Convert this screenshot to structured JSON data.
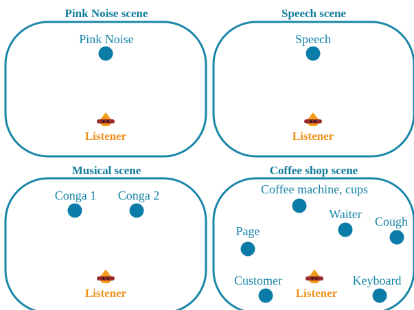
{
  "colors": {
    "frame": "#1a86a8",
    "source": "#0b7ca8",
    "title": "#0f7a9c",
    "listener_text": "#f0901a",
    "listener_body": "#f39a19",
    "listener_headphones": "#9a2a2a"
  },
  "icons": {
    "source": "circle-dot",
    "listener": "robot-head-with-headphones"
  },
  "scenes": [
    {
      "title": "Pink Noise scene",
      "sources": [
        "Pink Noise"
      ],
      "listener": "Listener"
    },
    {
      "title": "Speech scene",
      "sources": [
        "Speech"
      ],
      "listener": "Listener"
    },
    {
      "title": "Musical scene",
      "sources": [
        "Conga 1",
        "Conga 2"
      ],
      "listener": "Listener"
    },
    {
      "title": "Coffee shop scene",
      "sources": [
        "Coffee machine, cups",
        "Waiter",
        "Cough",
        "Page",
        "Customer",
        "Keyboard"
      ],
      "listener": "Listener"
    }
  ]
}
